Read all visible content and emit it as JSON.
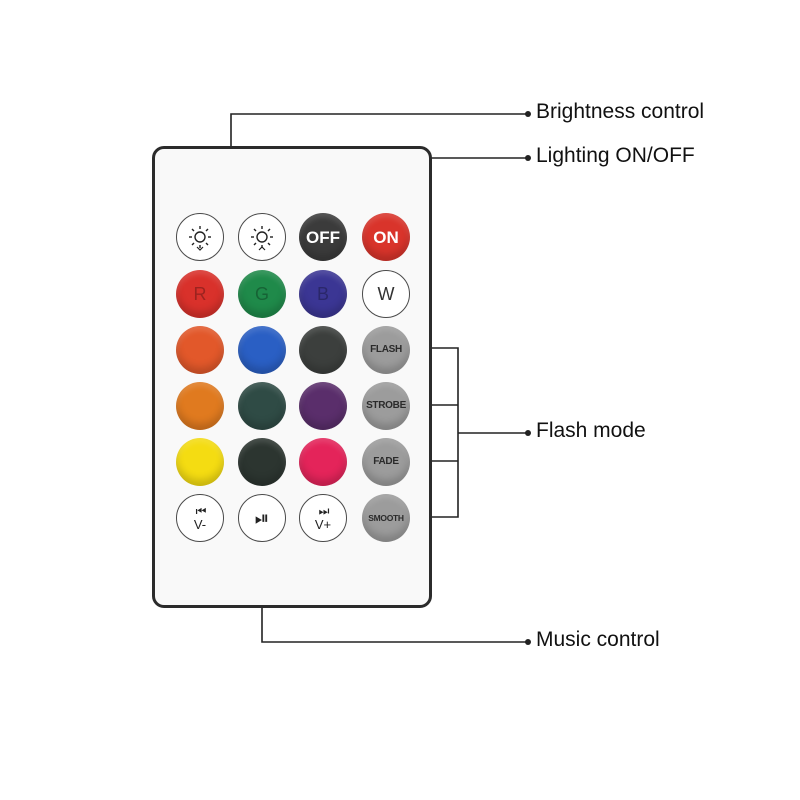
{
  "callouts": {
    "brightness": "Brightness control",
    "lighting": "Lighting ON/OFF",
    "flash": "Flash mode",
    "music": "Music control"
  },
  "buttons": {
    "row1": {
      "brightness_down_icon": "sun-dim-icon",
      "brightness_up_icon": "sun-bright-icon",
      "off_label": "OFF",
      "on_label": "ON",
      "off_color": "#3b3b3b",
      "on_color": "#d9342b"
    },
    "row2": {
      "r_label": "R",
      "g_label": "G",
      "b_label": "B",
      "w_label": "W",
      "r_color": "#d9312b",
      "g_color": "#1f8a4a",
      "b_color": "#3b3694"
    },
    "row3": {
      "c1": "#e2582a",
      "c2": "#2a5fc4",
      "c3": "#3c3f3d",
      "flash_label": "FLASH"
    },
    "row4": {
      "c1": "#e07a1f",
      "c2": "#2f4b45",
      "c3": "#5a2e6b",
      "strobe_label": "STROBE"
    },
    "row5": {
      "c1": "#f4dc12",
      "c2": "#2c3530",
      "c3": "#e4245a",
      "fade_label": "FADE"
    },
    "row6": {
      "prev_glyph": "⏮",
      "prev_label": "V-",
      "play_pause_glyph": "⏯",
      "next_glyph": "⏭",
      "next_label": "V+",
      "smooth_label": "SMOOTH"
    },
    "mode_color": "#9c9c9c"
  }
}
